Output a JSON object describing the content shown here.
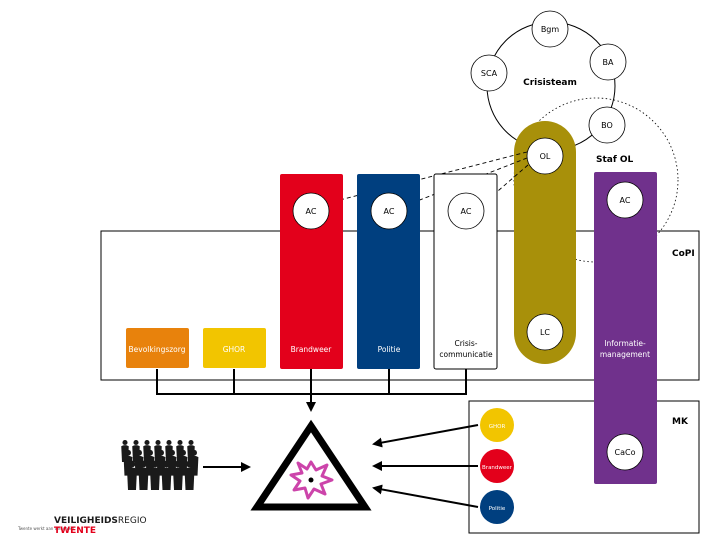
{
  "crisisteam": {
    "title": "Crisisteam",
    "members": [
      "Bgm",
      "BA",
      "BO",
      "SCA"
    ]
  },
  "staf_ol": {
    "title": "Staf OL",
    "ol_label": "OL",
    "lc_label": "LC"
  },
  "copi": {
    "title": "CoPI"
  },
  "mk": {
    "title": "MK"
  },
  "columns": {
    "brandweer": {
      "label": "Brandweer",
      "ac": "AC"
    },
    "politie": {
      "label": "Politie",
      "ac": "AC"
    },
    "crisiscommunicatie": {
      "label_line1": "Crisis-",
      "label_line2": "communicatie",
      "ac": "AC"
    },
    "informatiemanagement": {
      "label_line1": "Informatie-",
      "label_line2": "management",
      "ac": "AC",
      "caco": "CaCo"
    }
  },
  "small_boxes": {
    "bevolkingszorg": "Bevolkingszorg",
    "ghor": "GHOR"
  },
  "mk_circles": {
    "ghor": "GHOR",
    "brandweer": "Brandweer",
    "politie": "Politie"
  },
  "logo": {
    "name_part1": "VEILIGHEIDS",
    "name_part2": "REGIO",
    "name_part3": "TWENTE",
    "tagline": "Twente werkt aan veiligheid"
  },
  "colors": {
    "bevolkingszorg": "#E8820C",
    "ghor": "#F2C500",
    "brandweer": "#E3001B",
    "politie": "#003F7F",
    "staf_ol": "#A8900A",
    "informatiemanagement": "#70318C",
    "hazard": "#CC44AA",
    "crowd": "#1A1A1A"
  }
}
